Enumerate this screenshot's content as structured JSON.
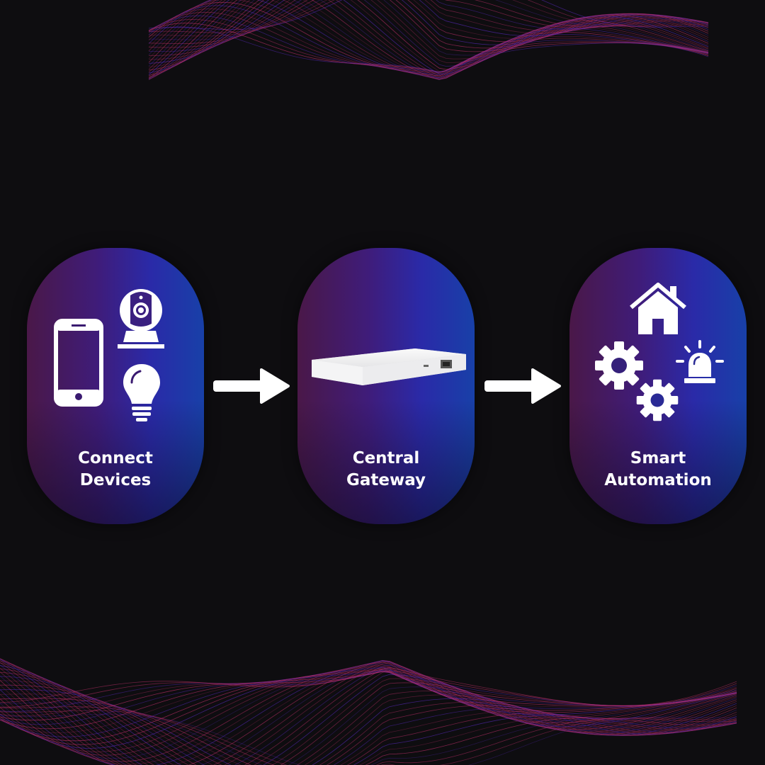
{
  "steps": [
    {
      "label_line1": "Connect",
      "label_line2": "Devices",
      "icons": [
        "smartphone-icon",
        "security-camera-icon",
        "light-bulb-icon"
      ]
    },
    {
      "label_line1": "Central",
      "label_line2": "Gateway",
      "icons": [
        "gateway-hub-device"
      ]
    },
    {
      "label_line1": "Smart",
      "label_line2": "Automation",
      "icons": [
        "house-icon",
        "gear-icon",
        "gear-icon",
        "alarm-siren-icon"
      ]
    }
  ],
  "colors": {
    "background": "#0e0d10",
    "wave_pink": "#c0306a",
    "wave_purple": "#5a2ac0",
    "card_left": "#4a1848",
    "card_right": "#1840a8"
  }
}
